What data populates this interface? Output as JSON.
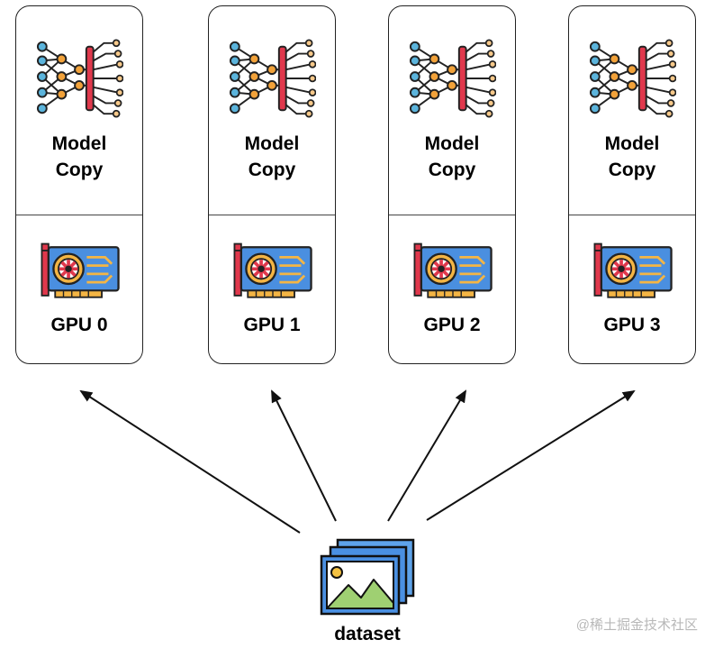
{
  "nodes": [
    {
      "model_line1": "Model",
      "model_line2": "Copy",
      "gpu_label": "GPU 0"
    },
    {
      "model_line1": "Model",
      "model_line2": "Copy",
      "gpu_label": "GPU 1"
    },
    {
      "model_line1": "Model",
      "model_line2": "Copy",
      "gpu_label": "GPU 2"
    },
    {
      "model_line1": "Model",
      "model_line2": "Copy",
      "gpu_label": "GPU 3"
    }
  ],
  "source": {
    "label": "dataset"
  },
  "watermark": "@稀土掘金技术社区",
  "icons": {
    "model": "neural-network-icon",
    "gpu": "gpu-card-icon",
    "dataset": "image-stack-icon"
  },
  "colors": {
    "node_blue": "#5bb4dc",
    "node_orange": "#f2a23a",
    "bar_red": "#e0384c",
    "gpu_blue": "#4a8fe0",
    "gpu_gold": "#f4b544",
    "gpu_red": "#e0384c",
    "image_blue": "#4a90e2",
    "image_green": "#9fd072",
    "sun_yellow": "#f5c242"
  }
}
